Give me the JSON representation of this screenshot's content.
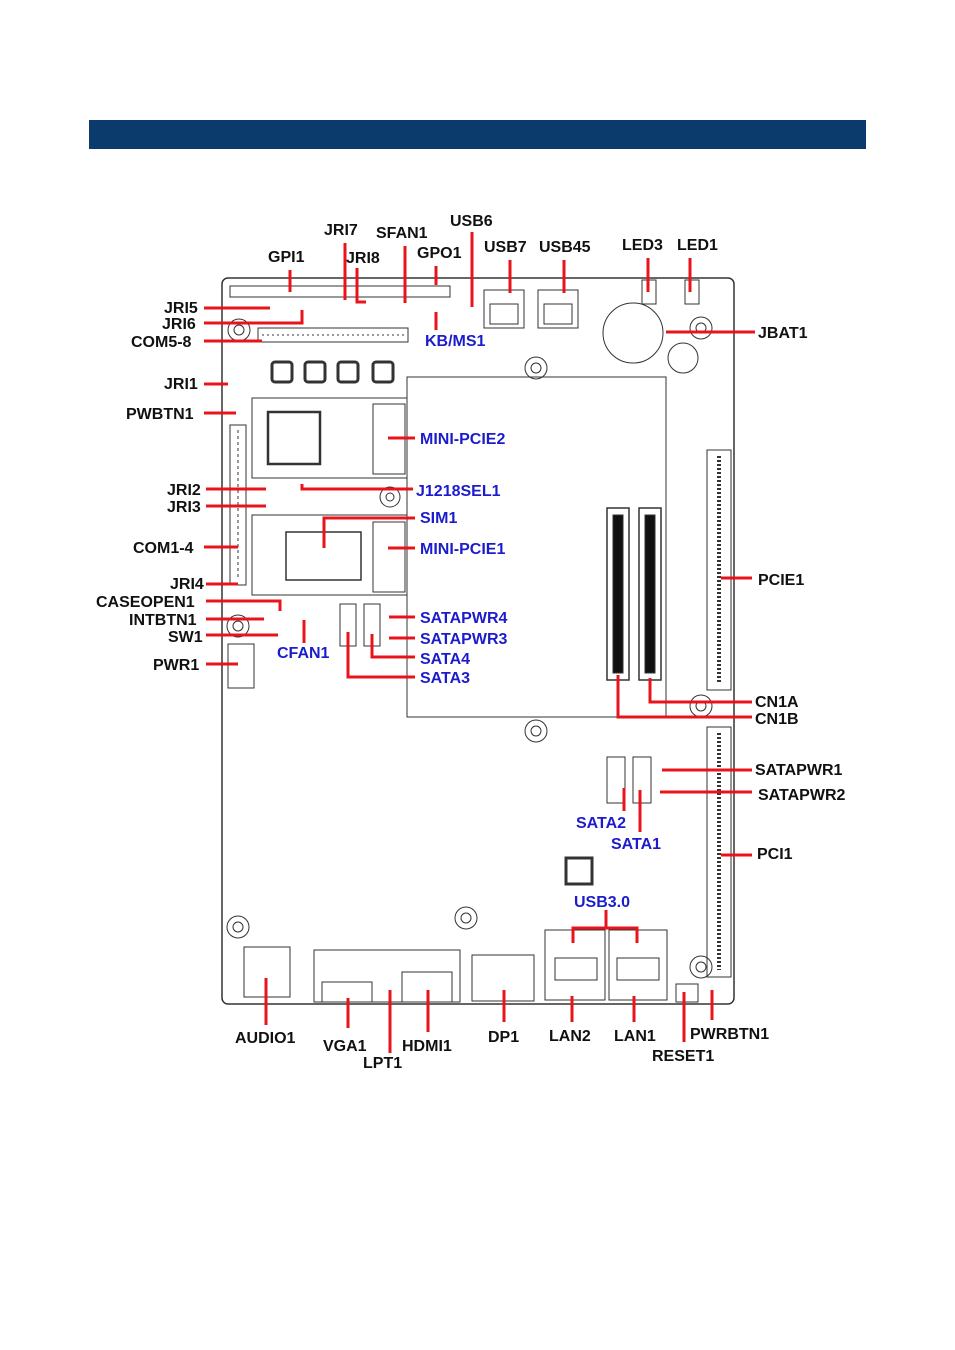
{
  "colors": {
    "header_bar": "#0b3a6c",
    "leader_line": "#e8141c",
    "label_black": "#111111",
    "label_blue": "#1c1ccc",
    "board_line": "#333333"
  },
  "labels": {
    "gpi1": "GPI1",
    "jri7": "JRI7",
    "jri8": "JRI8",
    "sfan1": "SFAN1",
    "gpo1": "GPO1",
    "usb6": "USB6",
    "usb7": "USB7",
    "usb45": "USB45",
    "led3": "LED3",
    "led1": "LED1",
    "jri5": "JRI5",
    "jri6": "JRI6",
    "com58": "COM5-8",
    "kbms1": "KB/MS1",
    "jbat1": "JBAT1",
    "jri1": "JRI1",
    "pwbtn1": "PWBTN1",
    "minipcie2": "MINI-PCIE2",
    "jri2": "JRI2",
    "jri3": "JRI3",
    "j1218sel1": "J1218SEL1",
    "sim1": "SIM1",
    "com14": "COM1-4",
    "minipcie1": "MINI-PCIE1",
    "pcie1": "PCIE1",
    "jri4": "JRI4",
    "caseopen1": "CASEOPEN1",
    "intbtn1": "INTBTN1",
    "sw1": "SW1",
    "satapwr4": "SATAPWR4",
    "satapwr3": "SATAPWR3",
    "cfan1": "CFAN1",
    "pwr1": "PWR1",
    "sata4": "SATA4",
    "sata3": "SATA3",
    "cn1a": "CN1A",
    "cn1b": "CN1B",
    "satapwr1": "SATAPWR1",
    "satapwr2": "SATAPWR2",
    "sata2": "SATA2",
    "sata1": "SATA1",
    "pci1": "PCI1",
    "usb30": "USB3.0",
    "audio1": "AUDIO1",
    "vga1": "VGA1",
    "lpt1": "LPT1",
    "hdmi1": "HDMI1",
    "dp1": "DP1",
    "lan2": "LAN2",
    "lan1": "LAN1",
    "pwrbtn1": "PWRBTN1",
    "reset1": "RESET1"
  }
}
